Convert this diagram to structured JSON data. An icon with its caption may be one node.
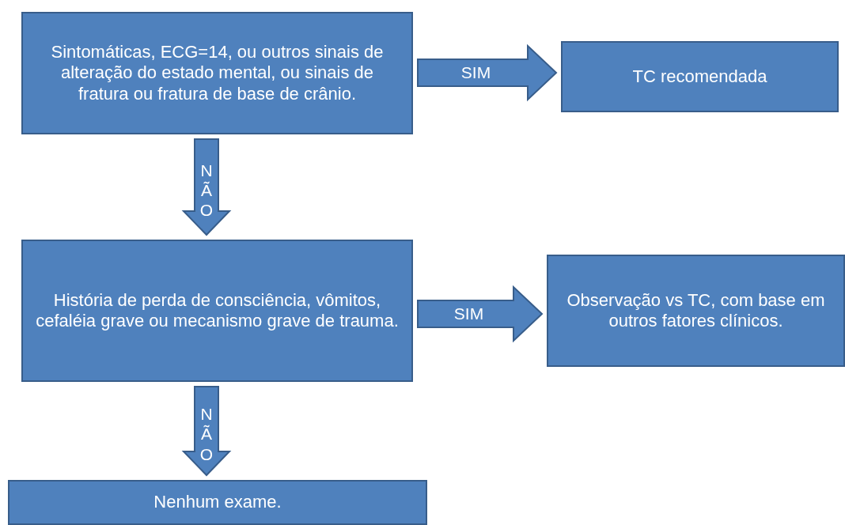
{
  "diagram": {
    "nodes": [
      {
        "text": [
          "Sintomáticas, ECG=14, ou outros sinais de alteração do estado mental, ou sinais de fratura ou fratura de base de crânio."
        ]
      },
      {
        "text": [
          "TC recomendada"
        ]
      },
      {
        "text": [
          "História de perda de consciência, vômitos, cefaléia grave ou mecanismo grave de trauma."
        ]
      },
      {
        "text": [
          "Observação vs TC, com base em outros fatores clínicos."
        ]
      },
      {
        "text": [
          "Nenhum exame."
        ]
      }
    ],
    "edges": [
      {
        "from": 0,
        "to": 1,
        "arrow": "to",
        "label": "SIM"
      },
      {
        "from": 0,
        "to": 2,
        "arrow": "to",
        "label": "NÃO"
      },
      {
        "from": 2,
        "to": 3,
        "arrow": "to",
        "label": "SIM"
      },
      {
        "from": 2,
        "to": 4,
        "arrow": "to",
        "label": "NÃO"
      }
    ]
  }
}
